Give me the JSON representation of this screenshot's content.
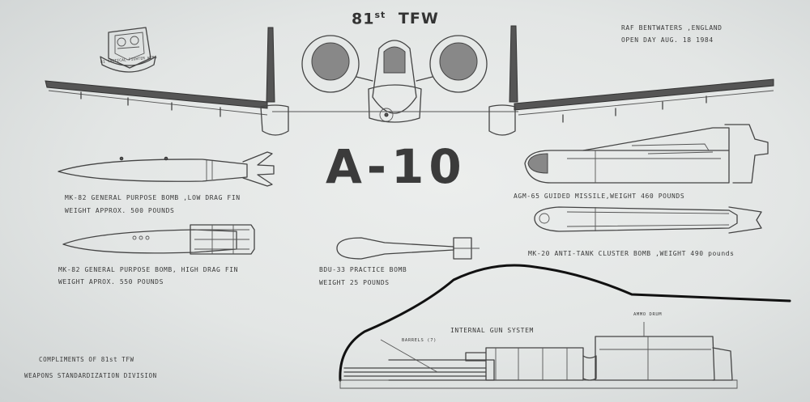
{
  "header": {
    "unit_prefix": "81",
    "unit_sup": "st",
    "unit_suffix": "TFW",
    "location": "RAF BENTWATERS ,ENGLAND",
    "event": "OPEN DAY AUG. 18 1984"
  },
  "emblem": {
    "ribbon_text": "81 TACTICAL FIGHTER WING",
    "icon": "wing-patch-icon"
  },
  "aircraft": {
    "designation": "A-10"
  },
  "weapons": {
    "mk82_low": {
      "line1": "MK-82 GENERAL PURPOSE BOMB ,LOW DRAG FIN",
      "line2": "WEIGHT APPROX. 500 POUNDS"
    },
    "mk82_high": {
      "line1": "MK-82 GENERAL PURPOSE BOMB, HIGH DRAG FIN",
      "line2": "WEIGHT  APROX. 550   POUNDS"
    },
    "bdu33": {
      "line1": "BDU-33 PRACTICE BOMB",
      "line2": "WEIGHT 25 POUNDS"
    },
    "agm65": {
      "line1": "AGM-65 GUIDED MISSILE,WEIGHT 460 POUNDS"
    },
    "mk20": {
      "line1": "MK-20 ANTI-TANK  CLUSTER BOMB ,WEIGHT 490 pounds"
    }
  },
  "gun_system": {
    "title": "INTERNAL GUN SYSTEM",
    "barrels_label": "BARRELS (7)",
    "drum_label": "AMMO DRUM"
  },
  "footer": {
    "line1": "COMPLIMENTS OF 81st TFW",
    "line2": "WEAPONS STANDARDIZATION DIVISION"
  }
}
